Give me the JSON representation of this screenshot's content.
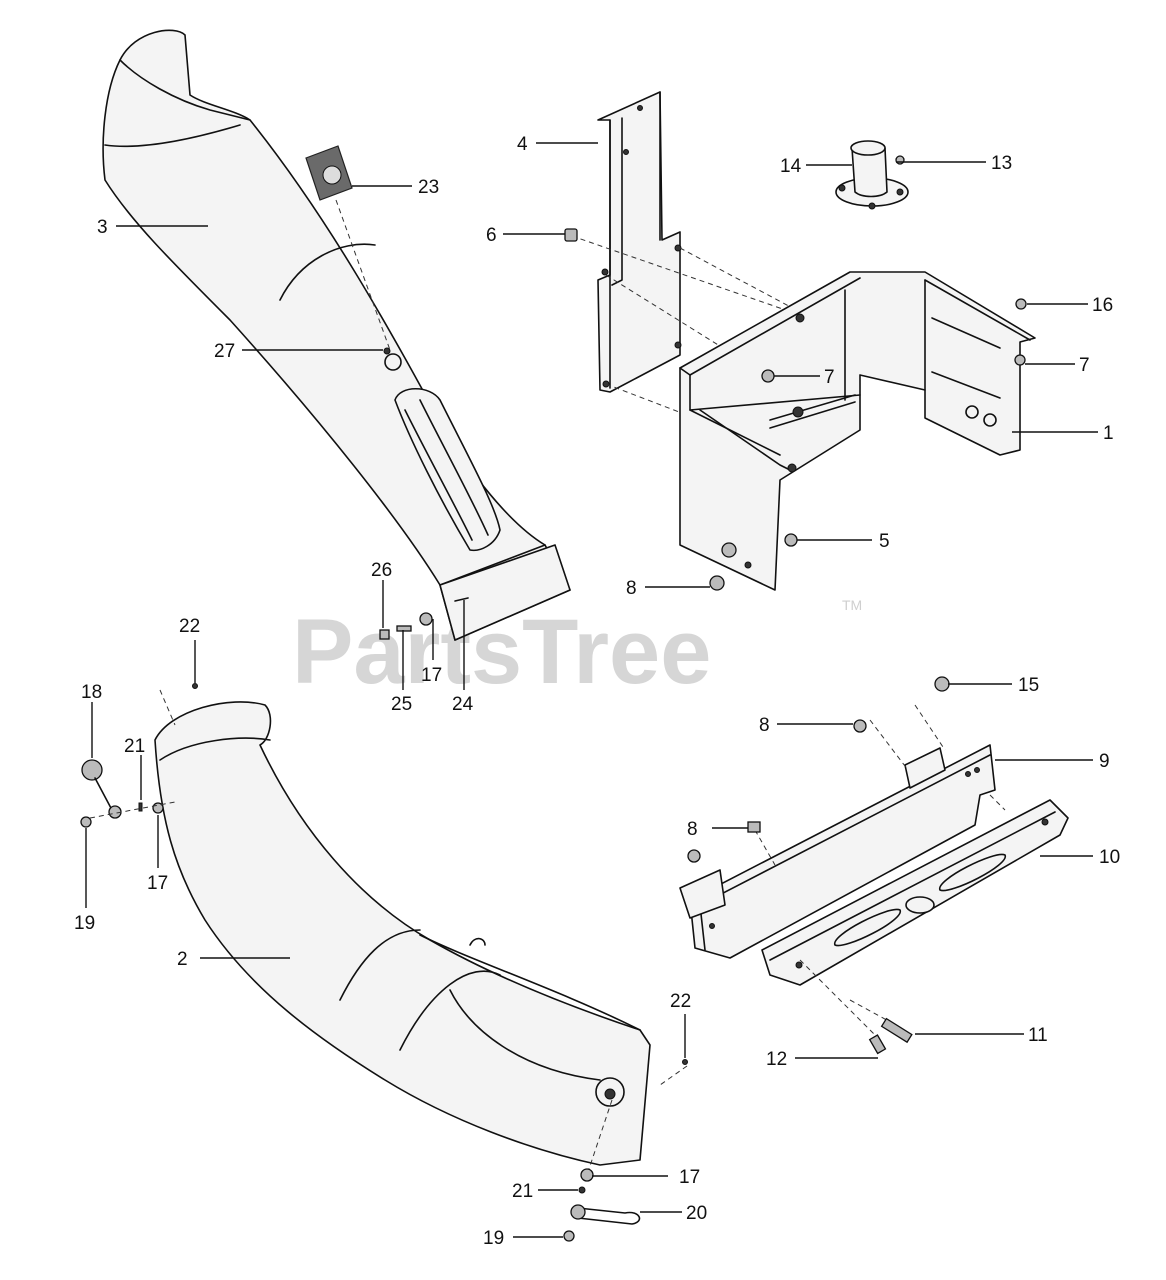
{
  "watermark": {
    "brand": "PartsTree",
    "trademark": "TM"
  },
  "callouts": [
    {
      "id": "c-1",
      "text": "1"
    },
    {
      "id": "c-2",
      "text": "2"
    },
    {
      "id": "c-3",
      "text": "3"
    },
    {
      "id": "c-4",
      "text": "4"
    },
    {
      "id": "c-5",
      "text": "5"
    },
    {
      "id": "c-6",
      "text": "6"
    },
    {
      "id": "c-7a",
      "text": "7"
    },
    {
      "id": "c-7b",
      "text": "7"
    },
    {
      "id": "c-8a",
      "text": "8"
    },
    {
      "id": "c-8b",
      "text": "8"
    },
    {
      "id": "c-8c",
      "text": "8"
    },
    {
      "id": "c-9",
      "text": "9"
    },
    {
      "id": "c-10",
      "text": "10"
    },
    {
      "id": "c-11",
      "text": "11"
    },
    {
      "id": "c-12",
      "text": "12"
    },
    {
      "id": "c-13",
      "text": "13"
    },
    {
      "id": "c-14",
      "text": "14"
    },
    {
      "id": "c-15",
      "text": "15"
    },
    {
      "id": "c-16",
      "text": "16"
    },
    {
      "id": "c-17a",
      "text": "17"
    },
    {
      "id": "c-17b",
      "text": "17"
    },
    {
      "id": "c-17c",
      "text": "17"
    },
    {
      "id": "c-18",
      "text": "18"
    },
    {
      "id": "c-19a",
      "text": "19"
    },
    {
      "id": "c-19b",
      "text": "19"
    },
    {
      "id": "c-20",
      "text": "20"
    },
    {
      "id": "c-21a",
      "text": "21"
    },
    {
      "id": "c-21b",
      "text": "21"
    },
    {
      "id": "c-22a",
      "text": "22"
    },
    {
      "id": "c-22b",
      "text": "22"
    },
    {
      "id": "c-23",
      "text": "23"
    },
    {
      "id": "c-24",
      "text": "24"
    },
    {
      "id": "c-25",
      "text": "25"
    },
    {
      "id": "c-26",
      "text": "26"
    },
    {
      "id": "c-27",
      "text": "27"
    }
  ]
}
